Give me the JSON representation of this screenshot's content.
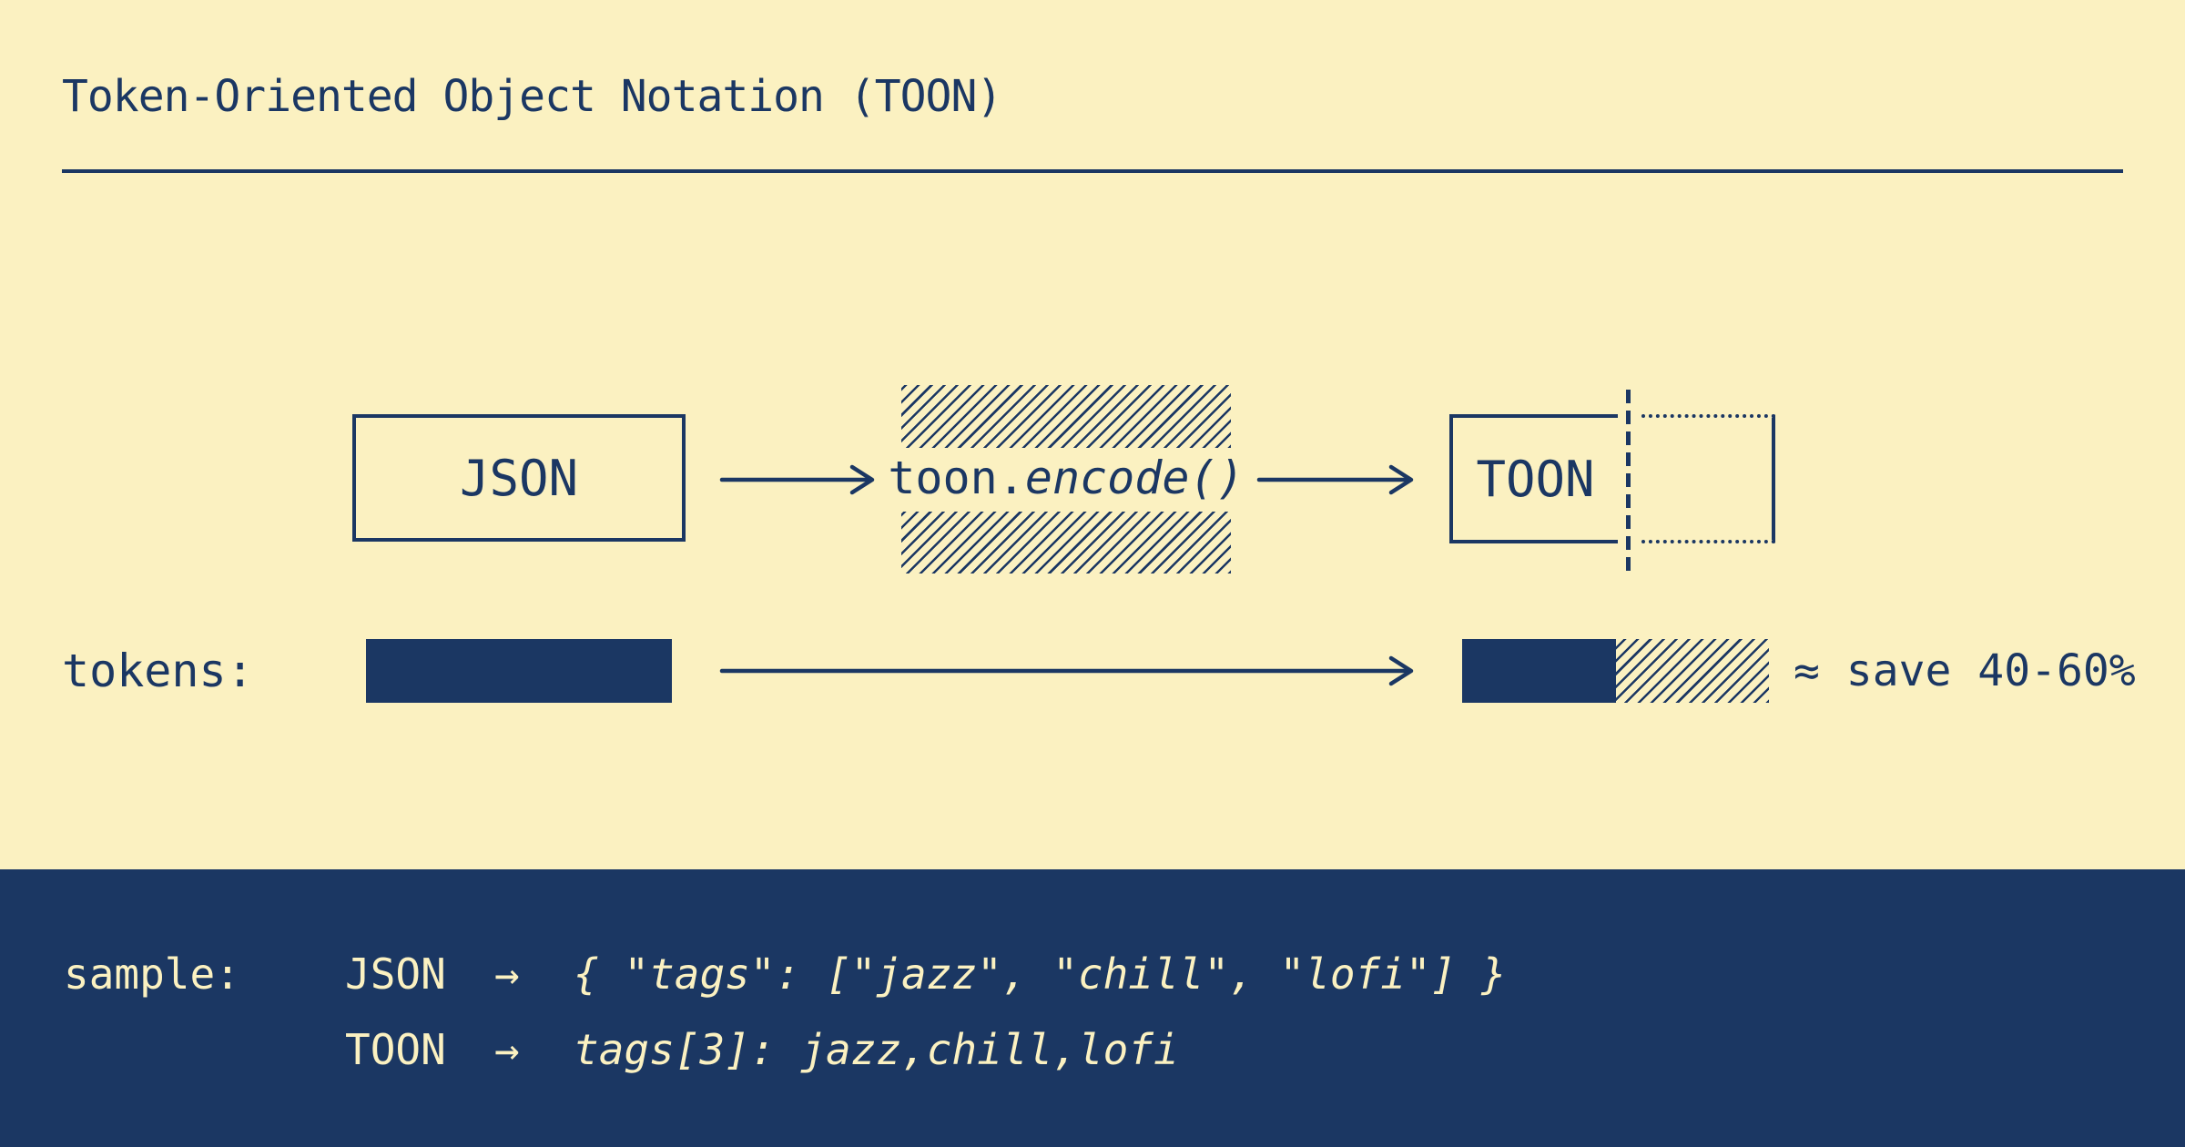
{
  "page": {
    "title": "Token-Oriented Object Notation (TOON)"
  },
  "palette": {
    "navy": "#1B3763",
    "cream": "#FBF1C1"
  },
  "diagram": {
    "input_box_label": "JSON",
    "encode_fn_prefix": "toon.",
    "encode_fn_italic": "encode()",
    "output_box_label": "TOON"
  },
  "tokens_row": {
    "label": "tokens:",
    "savings_note": "≈ save 40-60%"
  },
  "sample": {
    "label": "sample:",
    "rows": [
      {
        "format": "JSON",
        "arrow": "→",
        "code": "{ \"tags\": [\"jazz\", \"chill\", \"lofi\"] }"
      },
      {
        "format": "TOON",
        "arrow": "→",
        "code": "tags[3]: jazz,chill,lofi"
      }
    ]
  }
}
